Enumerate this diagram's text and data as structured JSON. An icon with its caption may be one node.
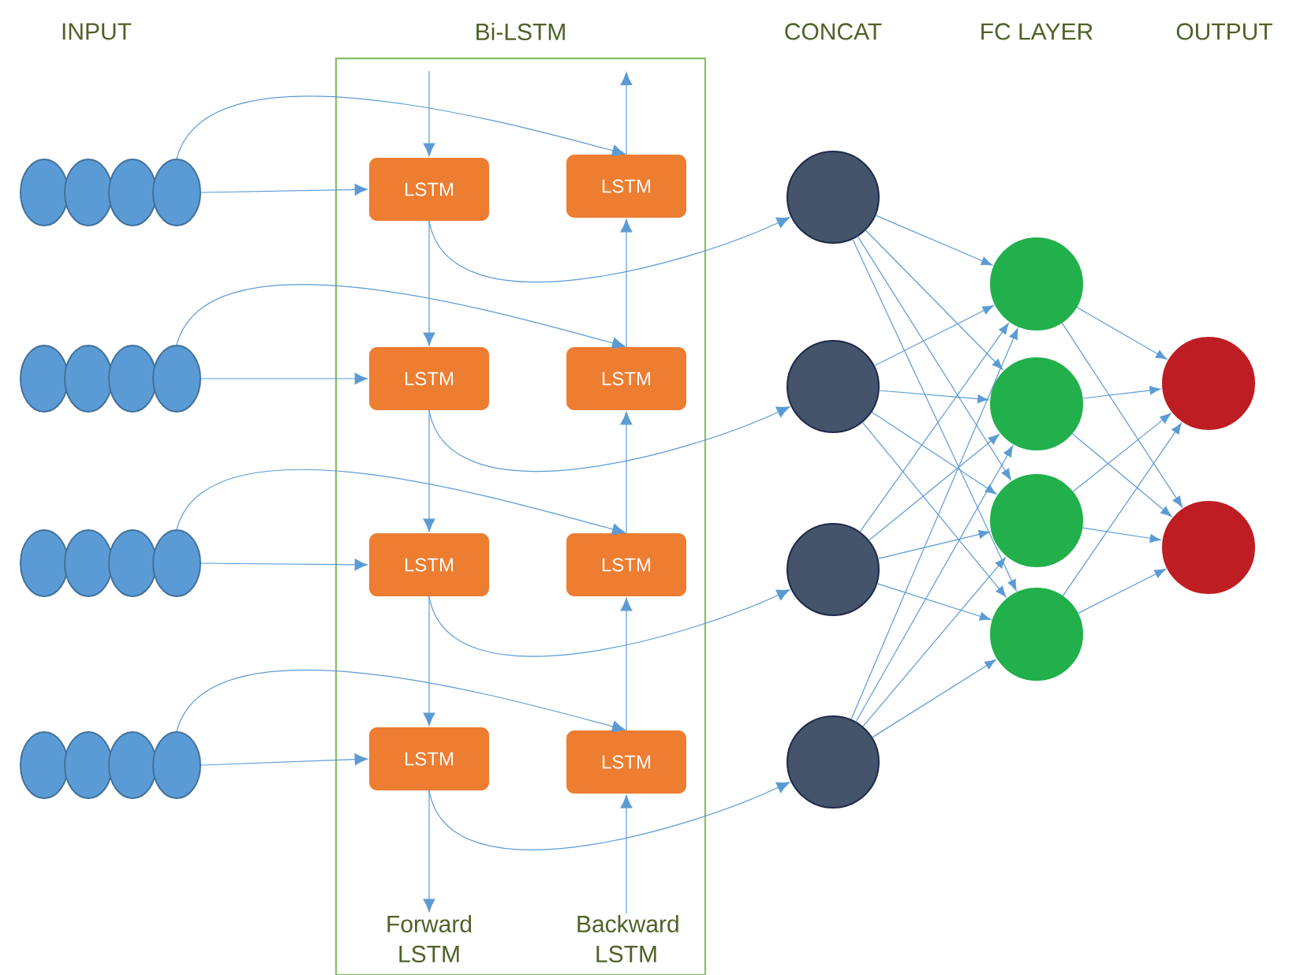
{
  "diagram": {
    "nodes": [
      {
        "text": [
          "Bi-LSTM"
        ]
      },
      {
        "text": [],
        "shape": "circle"
      },
      {
        "text": [],
        "shape": "circle"
      },
      {
        "text": [],
        "shape": "circle"
      },
      {
        "text": [],
        "shape": "circle"
      },
      {
        "text": [],
        "shape": "circle"
      },
      {
        "text": [],
        "shape": "circle"
      },
      {
        "text": [],
        "shape": "circle"
      },
      {
        "text": [],
        "shape": "circle"
      },
      {
        "text": [],
        "shape": "circle"
      },
      {
        "text": [],
        "shape": "circle"
      },
      {
        "text": [],
        "shape": "circle"
      },
      {
        "text": [],
        "shape": "circle"
      },
      {
        "text": [],
        "shape": "circle"
      },
      {
        "text": [],
        "shape": "circle"
      },
      {
        "text": [],
        "shape": "circle"
      },
      {
        "text": [],
        "shape": "circle"
      },
      {
        "text": [
          "LSTM"
        ],
        "in": 0
      },
      {
        "text": [
          "LSTM"
        ],
        "in": 0
      },
      {
        "text": [
          "LSTM"
        ],
        "in": 0
      },
      {
        "text": [
          "LSTM"
        ],
        "in": 0
      },
      {
        "text": [
          "LSTM"
        ],
        "in": 0
      },
      {
        "text": [
          "LSTM"
        ],
        "in": 0
      },
      {
        "text": [
          "LSTM"
        ],
        "in": 0
      },
      {
        "text": [
          "LSTM"
        ],
        "in": 0
      },
      {
        "text": [
          "Forward LSTM"
        ],
        "in": 0
      },
      {
        "text": [
          "Backward LSTM"
        ],
        "in": 0
      },
      {
        "text": [],
        "shape": "circle"
      },
      {
        "text": [],
        "shape": "circle"
      },
      {
        "text": [],
        "shape": "circle"
      },
      {
        "text": [],
        "shape": "circle"
      },
      {
        "text": [],
        "shape": "circle"
      },
      {
        "text": [],
        "shape": "circle"
      },
      {
        "text": [],
        "shape": "circle"
      },
      {
        "text": [],
        "shape": "circle"
      },
      {
        "text": [],
        "shape": "circle"
      },
      {
        "text": [],
        "shape": "circle"
      }
    ],
    "edges": [
      {
        "from": 4,
        "to": 17,
        "arrow": "to"
      },
      {
        "from": 8,
        "to": 18,
        "arrow": "to"
      },
      {
        "from": 12,
        "to": 19,
        "arrow": "to"
      },
      {
        "from": 16,
        "to": 20,
        "arrow": "to"
      },
      {
        "from": 4,
        "to": 21,
        "arrow": "to"
      },
      {
        "from": 8,
        "to": 22,
        "arrow": "to"
      },
      {
        "from": 12,
        "to": 23,
        "arrow": "to"
      },
      {
        "from": 16,
        "to": 24,
        "arrow": "to"
      },
      {
        "from": null,
        "to": 17,
        "arrow": "to"
      },
      {
        "from": 17,
        "to": 18,
        "arrow": "to"
      },
      {
        "from": 18,
        "to": 19,
        "arrow": "to"
      },
      {
        "from": 19,
        "to": 20,
        "arrow": "to"
      },
      {
        "from": 20,
        "to": 25,
        "arrow": "to"
      },
      {
        "from": 21,
        "to": null,
        "arrow": "to"
      },
      {
        "from": 22,
        "to": 21,
        "arrow": "to"
      },
      {
        "from": 23,
        "to": 22,
        "arrow": "to"
      },
      {
        "from": 24,
        "to": 23,
        "arrow": "to"
      },
      {
        "from": 26,
        "to": 24,
        "arrow": "to"
      },
      {
        "from": 17,
        "to": 27,
        "arrow": "to"
      },
      {
        "from": 18,
        "to": 28,
        "arrow": "to"
      },
      {
        "from": 19,
        "to": 29,
        "arrow": "to"
      },
      {
        "from": 20,
        "to": 30,
        "arrow": "to"
      },
      {
        "from": 27,
        "to": 31,
        "arrow": "to"
      },
      {
        "from": 27,
        "to": 32,
        "arrow": "to"
      },
      {
        "from": 27,
        "to": 33,
        "arrow": "to"
      },
      {
        "from": 27,
        "to": 34,
        "arrow": "to"
      },
      {
        "from": 28,
        "to": 31,
        "arrow": "to"
      },
      {
        "from": 28,
        "to": 32,
        "arrow": "to"
      },
      {
        "from": 28,
        "to": 33,
        "arrow": "to"
      },
      {
        "from": 28,
        "to": 34,
        "arrow": "to"
      },
      {
        "from": 29,
        "to": 31,
        "arrow": "to"
      },
      {
        "from": 29,
        "to": 32,
        "arrow": "to"
      },
      {
        "from": 29,
        "to": 33,
        "arrow": "to"
      },
      {
        "from": 29,
        "to": 34,
        "arrow": "to"
      },
      {
        "from": 30,
        "to": 31,
        "arrow": "to"
      },
      {
        "from": 30,
        "to": 32,
        "arrow": "to"
      },
      {
        "from": 30,
        "to": 33,
        "arrow": "to"
      },
      {
        "from": 30,
        "to": 34,
        "arrow": "to"
      },
      {
        "from": 31,
        "to": 35,
        "arrow": "to"
      },
      {
        "from": 31,
        "to": 36,
        "arrow": "to"
      },
      {
        "from": 32,
        "to": 35,
        "arrow": "to"
      },
      {
        "from": 32,
        "to": 36,
        "arrow": "to"
      },
      {
        "from": 33,
        "to": 35,
        "arrow": "to"
      },
      {
        "from": 33,
        "to": 36,
        "arrow": "to"
      },
      {
        "from": 34,
        "to": 35,
        "arrow": "to"
      },
      {
        "from": 34,
        "to": 36,
        "arrow": "to"
      }
    ],
    "labels": [
      "INPUT",
      "CONCAT",
      "FC LAYER",
      "OUTPUT"
    ]
  }
}
